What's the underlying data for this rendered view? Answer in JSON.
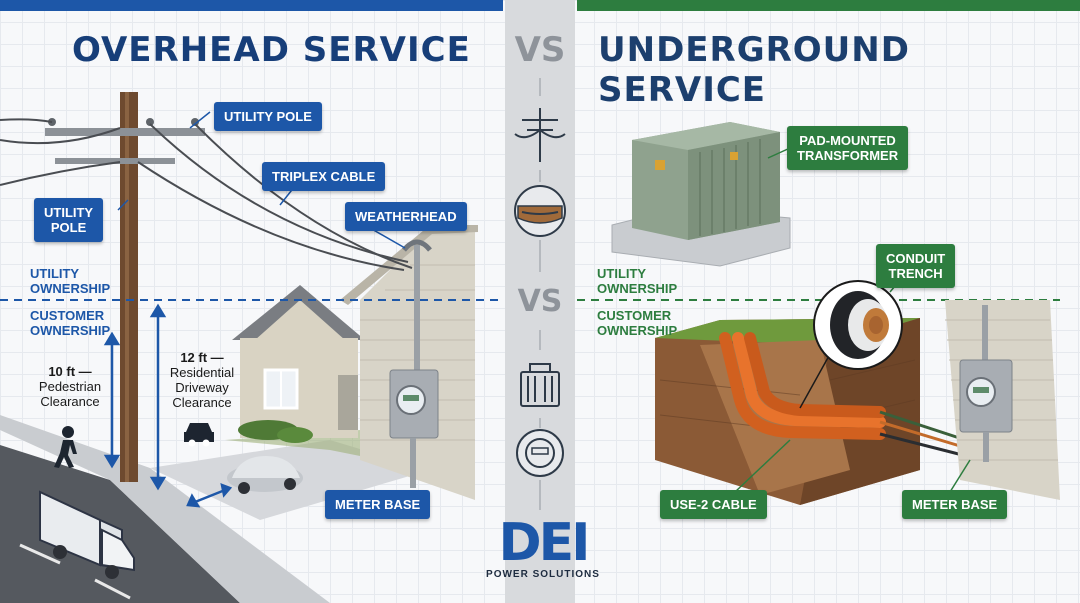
{
  "headings": {
    "overhead": "OVERHEAD SERVICE",
    "vs_top": "VS",
    "underground": "UNDERGROUND SERVICE",
    "vs_mid": "VS"
  },
  "overhead": {
    "labels": {
      "utility_pole_top": "UTILITY POLE",
      "utility_pole_left": "UTILITY\nPOLE",
      "triplex_cable": "TRIPLEX CABLE",
      "weatherhead": "WEATHERHEAD",
      "meter_base": "METER BASE"
    },
    "ownership": {
      "utility": "UTILITY\nOWNERSHIP",
      "customer": "CUSTOMER\nOWNERSHIP"
    },
    "clearances": {
      "pedestrian": {
        "height": "10 ft —",
        "label": "Pedestrian\nClearance"
      },
      "driveway": {
        "height": "12 ft —",
        "label": "Residential\nDriveway\nClearance"
      }
    }
  },
  "underground": {
    "labels": {
      "transformer": "PAD-MOUNTED\nTRANSFORMER",
      "conduit_trench": "CONDUIT\nTRENCH",
      "use2_cable": "USE-2 CABLE",
      "meter_base": "METER BASE"
    },
    "ownership": {
      "utility": "UTILITY\nOWNERSHIP",
      "customer": "CUSTOMER\nOWNERSHIP"
    }
  },
  "logo": {
    "mark": "DEI",
    "subtitle": "POWER SOLUTIONS"
  },
  "colors": {
    "blue": "#1d57a8",
    "green": "#2d7d3f",
    "navy": "#173e79",
    "grey": "#8e939a"
  },
  "divider_icons": [
    "utility-pole-icon",
    "trench-icon",
    "transformer-icon",
    "meter-icon"
  ]
}
